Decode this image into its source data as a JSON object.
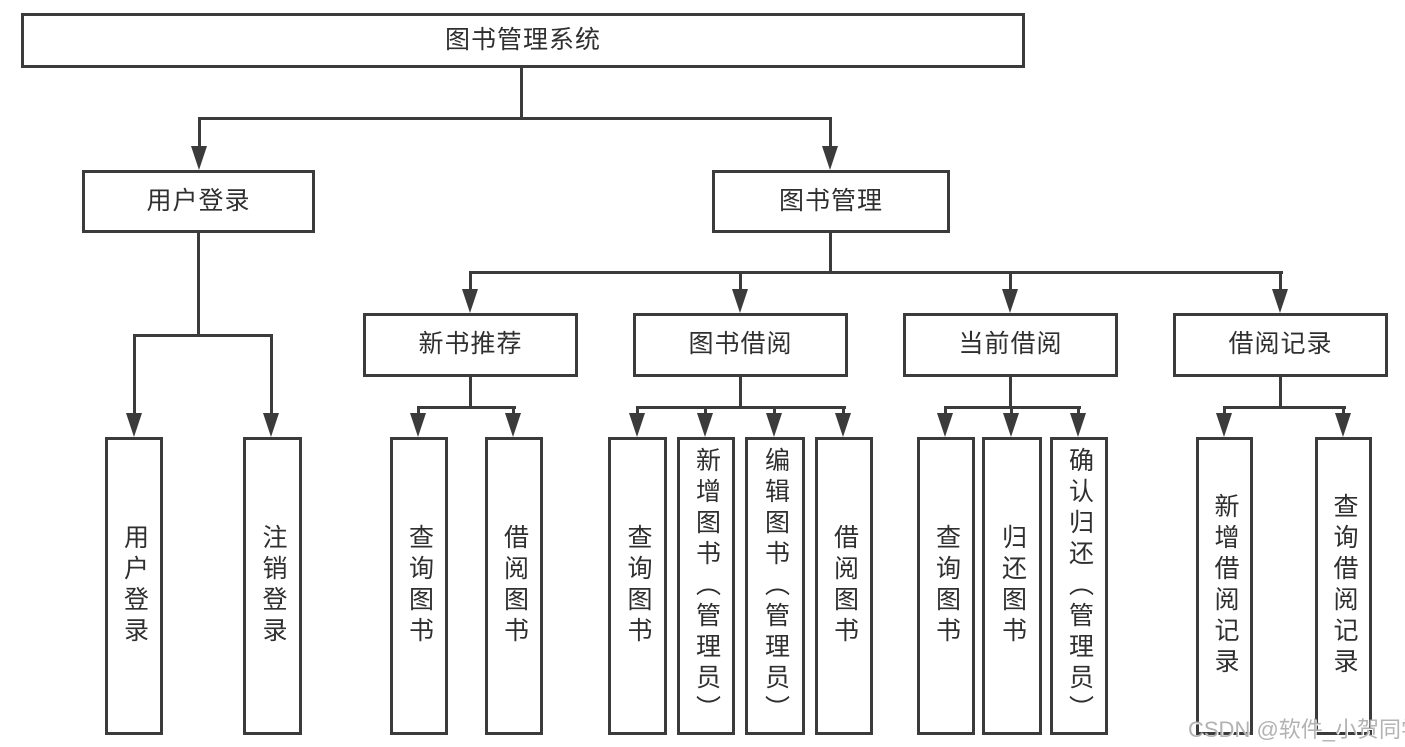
{
  "diagram": {
    "root": {
      "label": "图书管理系统"
    },
    "level1": [
      {
        "label": "用户登录"
      },
      {
        "label": "图书管理"
      }
    ],
    "level2": [
      {
        "label": "新书推荐"
      },
      {
        "label": "图书借阅"
      },
      {
        "label": "当前借阅"
      },
      {
        "label": "借阅记录"
      }
    ],
    "leaves": {
      "login": [
        "用户登录",
        "注销登录"
      ],
      "newbook": [
        "查询图书",
        "借阅图书"
      ],
      "borrow": [
        "查询图书",
        "新增图书（管理员）",
        "编辑图书（管理员）",
        "借阅图书"
      ],
      "current": [
        "查询图书",
        "归还图书",
        "确认归还（管理员）"
      ],
      "records": [
        "新增借阅记录",
        "查询借阅记录"
      ]
    },
    "colors": {
      "line": "#3b3b3b",
      "text": "#2f2f2f",
      "watermark": "#acacac",
      "background": "#ffffff"
    }
  },
  "watermark": {
    "text": "CSDN @软件_小贺同学"
  }
}
